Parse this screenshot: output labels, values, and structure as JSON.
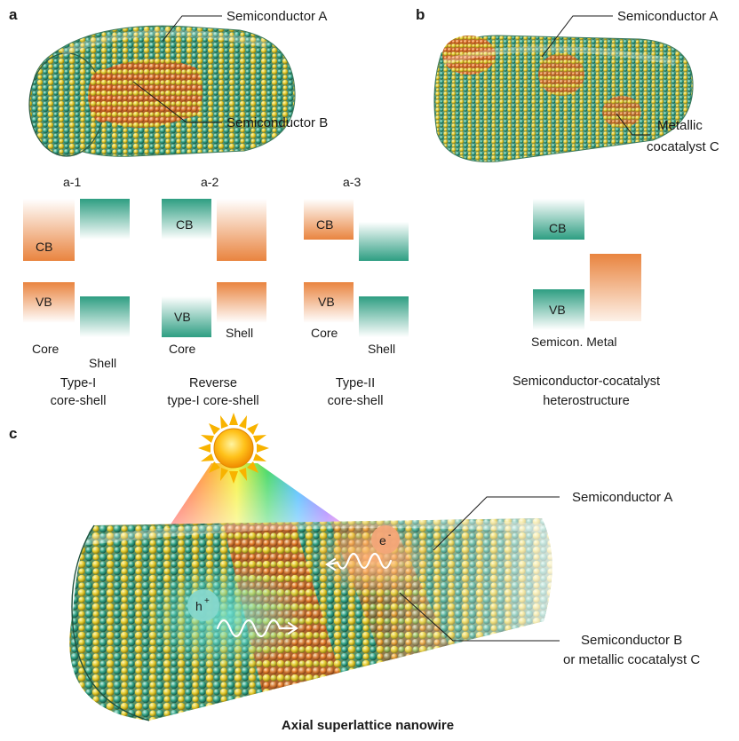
{
  "panel_a": {
    "letter": "a",
    "callout_top": "Semiconductor A",
    "callout_bottom": "Semiconductor B"
  },
  "panel_b": {
    "letter": "b",
    "callout_top": "Semiconductor A",
    "callout_bottom_line1": "Metallic",
    "callout_bottom_line2": "cocatalyst C"
  },
  "band_diagrams": [
    {
      "id": "a-1",
      "label": "a-1",
      "cb": "CB",
      "vb": "VB",
      "core": "Core",
      "shell": "Shell",
      "caption_line1": "Type-I",
      "caption_line2": "core-shell"
    },
    {
      "id": "a-2",
      "label": "a-2",
      "cb": "CB",
      "vb": "VB",
      "core": "Core",
      "shell": "Shell",
      "caption_line1": "Reverse",
      "caption_line2": "type-I core-shell"
    },
    {
      "id": "a-3",
      "label": "a-3",
      "cb": "CB",
      "vb": "VB",
      "core": "Core",
      "shell": "Shell",
      "caption_line1": "Type-II",
      "caption_line2": "core-shell"
    }
  ],
  "heterostructure": {
    "cb": "CB",
    "vb": "VB",
    "bottom_label": "Semicon. Metal",
    "caption_line1": "Semiconductor-cocatalyst",
    "caption_line2": "heterostructure"
  },
  "panel_c": {
    "letter": "c",
    "callout_top": "Semiconductor A",
    "callout_bottom_line1": "Semiconductor B",
    "callout_bottom_line2": "or metallic cocatalyst C",
    "electron": "e",
    "electron_sup": "-",
    "hole": "h",
    "hole_sup": "+",
    "title": "Axial superlattice nanowire"
  },
  "colors": {
    "teal": "#2e9e82",
    "orange": "#e9843f",
    "yellow": "#e8d23a",
    "text": "#1a1a1a"
  },
  "icons": [
    "sun-icon",
    "light-rays-icon",
    "wave-arrow-icon"
  ]
}
